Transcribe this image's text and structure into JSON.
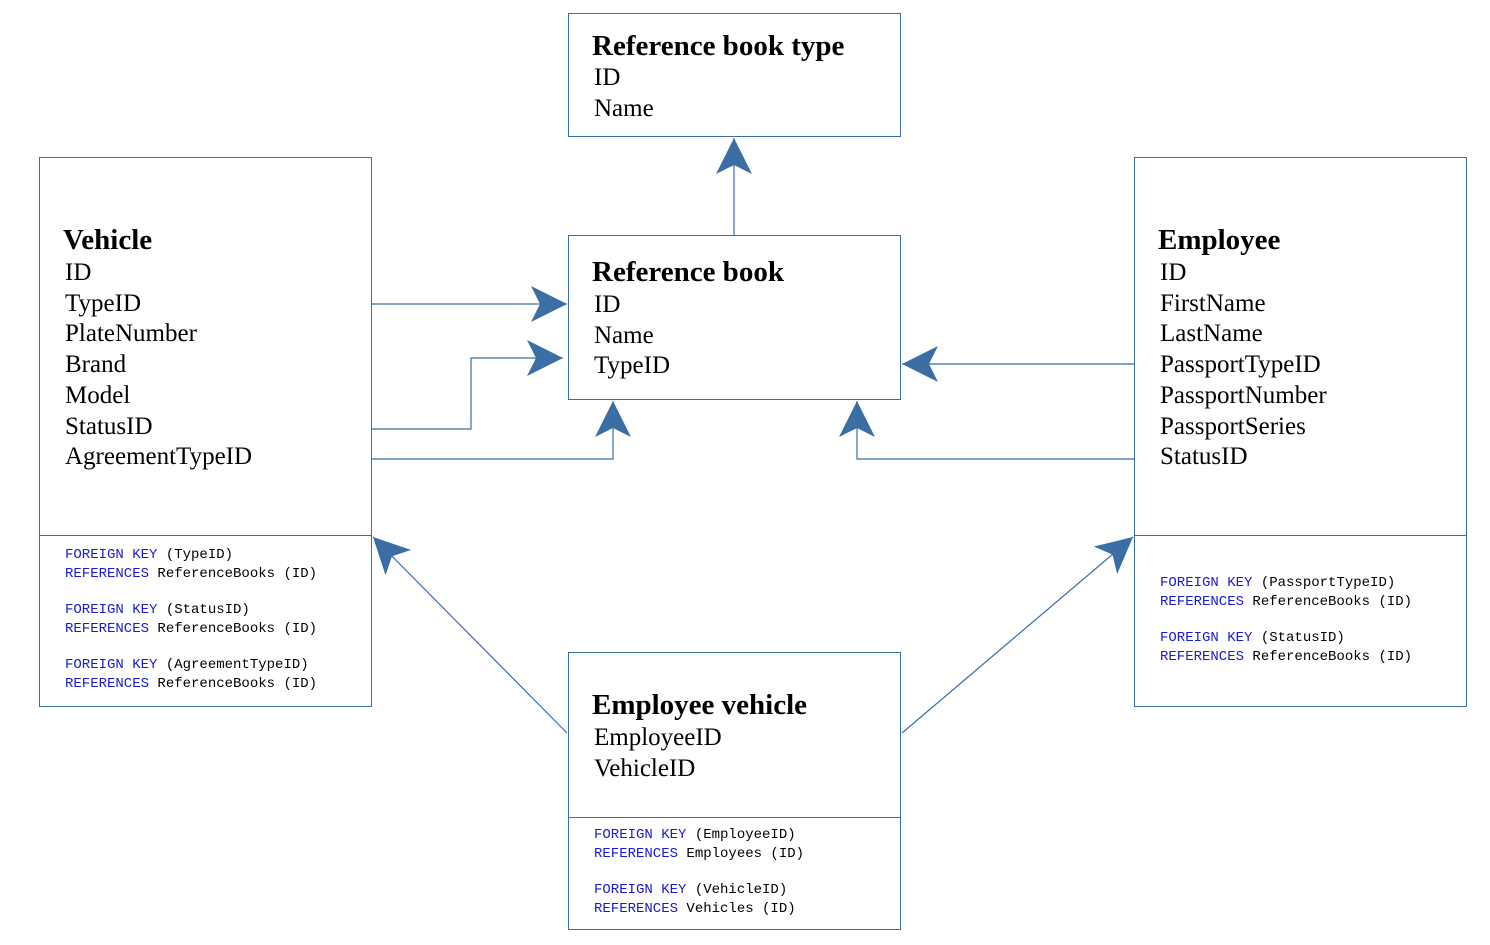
{
  "entities": {
    "reference_book_type": {
      "title": "Reference book type",
      "fields": [
        "ID",
        "Name"
      ]
    },
    "reference_book": {
      "title": "Reference book",
      "fields": [
        "ID",
        "Name",
        "TypeID"
      ]
    },
    "vehicle": {
      "title": "Vehicle",
      "fields": [
        "ID",
        "TypeID",
        "PlateNumber",
        "Brand",
        "Model",
        "StatusID",
        "AgreementTypeID"
      ],
      "foreign_keys": [
        {
          "kw1": "FOREIGN KEY",
          "col": " (TypeID)",
          "kw2": "REFERENCES",
          "ref": " ReferenceBooks (ID)"
        },
        {
          "kw1": "FOREIGN KEY",
          "col": " (StatusID)",
          "kw2": "REFERENCES",
          "ref": " ReferenceBooks (ID)"
        },
        {
          "kw1": "FOREIGN KEY",
          "col": " (AgreementTypeID)",
          "kw2": "REFERENCES",
          "ref": " ReferenceBooks (ID)"
        }
      ]
    },
    "employee": {
      "title": "Employee",
      "fields": [
        "ID",
        "FirstName",
        "LastName",
        "PassportTypeID",
        "PassportNumber",
        "PassportSeries",
        "StatusID"
      ],
      "foreign_keys": [
        {
          "kw1": "FOREIGN KEY",
          "col": " (PassportTypeID)",
          "kw2": "REFERENCES",
          "ref": " ReferenceBooks (ID)"
        },
        {
          "kw1": "FOREIGN KEY",
          "col": " (StatusID)",
          "kw2": "REFERENCES",
          "ref": " ReferenceBooks (ID)"
        }
      ]
    },
    "employee_vehicle": {
      "title": "Employee vehicle",
      "fields": [
        "EmployeeID",
        "VehicleID"
      ],
      "foreign_keys": [
        {
          "kw1": "FOREIGN KEY",
          "col": " (EmployeeID)",
          "kw2": "REFERENCES",
          "ref": " Employees (ID)"
        },
        {
          "kw1": "FOREIGN KEY",
          "col": " (VehicleID)",
          "kw2": "REFERENCES",
          "ref": " Vehicles (ID)"
        }
      ]
    }
  },
  "relations": [
    {
      "from": "reference_book",
      "to": "reference_book_type"
    },
    {
      "from": "vehicle.TypeID",
      "to": "reference_book"
    },
    {
      "from": "vehicle.StatusID",
      "to": "reference_book"
    },
    {
      "from": "vehicle.AgreementTypeID",
      "to": "reference_book"
    },
    {
      "from": "employee.PassportTypeID",
      "to": "reference_book"
    },
    {
      "from": "employee.StatusID",
      "to": "reference_book"
    },
    {
      "from": "employee_vehicle",
      "to": "vehicle"
    },
    {
      "from": "employee_vehicle",
      "to": "employee"
    }
  ],
  "colors": {
    "border": "#3a6ea5",
    "arrow": "#3a6ea5",
    "keyword": "#1a1ad0",
    "text": "#000000"
  }
}
